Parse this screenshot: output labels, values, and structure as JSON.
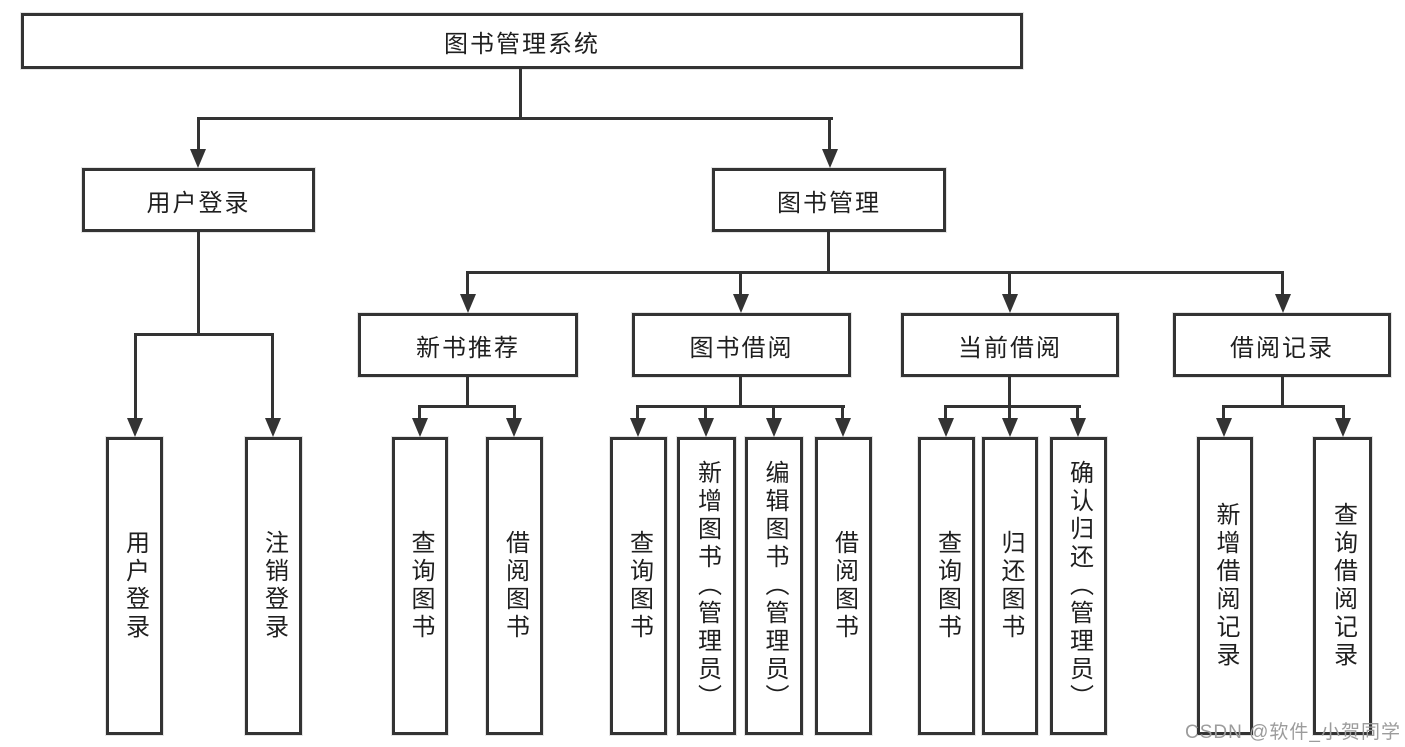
{
  "tree": {
    "label": "图书管理系统",
    "children": [
      {
        "label": "用户登录",
        "children": [
          {
            "label": "用户登录"
          },
          {
            "label": "注销登录"
          }
        ]
      },
      {
        "label": "图书管理",
        "children": [
          {
            "label": "新书推荐",
            "children": [
              {
                "label": "查询图书"
              },
              {
                "label": "借阅图书"
              }
            ]
          },
          {
            "label": "图书借阅",
            "children": [
              {
                "label": "查询图书"
              },
              {
                "label": "新增图书（管理员）"
              },
              {
                "label": "编辑图书（管理员）"
              },
              {
                "label": "借阅图书"
              }
            ]
          },
          {
            "label": "当前借阅",
            "children": [
              {
                "label": "查询图书"
              },
              {
                "label": "归还图书"
              },
              {
                "label": "确认归还（管理员）"
              }
            ]
          },
          {
            "label": "借阅记录",
            "children": [
              {
                "label": "新增借阅记录"
              },
              {
                "label": "查询借阅记录"
              }
            ]
          }
        ]
      }
    ]
  },
  "watermark": {
    "text": "CSDN @软件_小贺同学"
  },
  "colors": {
    "line": "#333333",
    "text": "#1f1f1f",
    "watermark": "#9c9c9c",
    "background": "#ffffff"
  }
}
